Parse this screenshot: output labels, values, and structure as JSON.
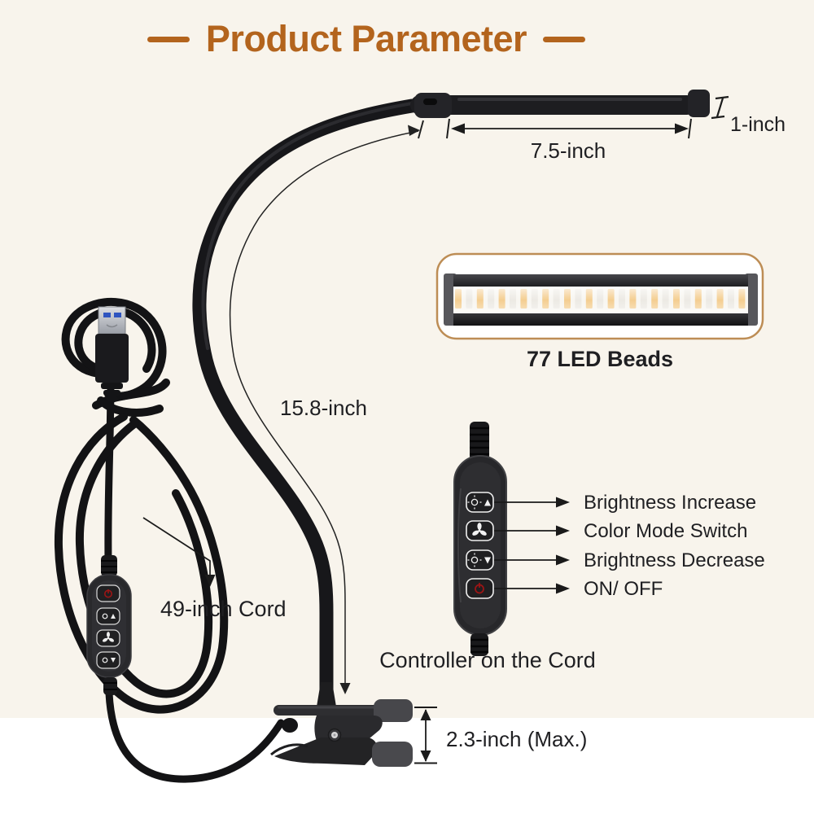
{
  "title": {
    "text": "Product Parameter"
  },
  "dimensions": {
    "head_length": "7.5-inch",
    "head_thickness": "1-inch",
    "gooseneck_length": "15.8-inch",
    "cord_length": "49-inch Cord",
    "clamp_opening": "2.3-inch (Max.)"
  },
  "led": {
    "caption": "77 LED Beads"
  },
  "controller": {
    "caption": "Controller on the Cord",
    "buttons": [
      {
        "icon": "brightness-increase-icon",
        "label": "Brightness Increase"
      },
      {
        "icon": "color-mode-icon",
        "label": "Color Mode Switch"
      },
      {
        "icon": "brightness-decrease-icon",
        "label": "Brightness Decrease"
      },
      {
        "icon": "power-icon",
        "label": "ON/ OFF"
      }
    ]
  },
  "colors": {
    "accent": "#b3641d",
    "background_top": "#f8f4ec",
    "background_bottom": "#ffffff",
    "text": "#1f1f22",
    "panel_border": "#bd8d55",
    "led_warm": "#f2c57d",
    "power_red": "#9c1515"
  }
}
